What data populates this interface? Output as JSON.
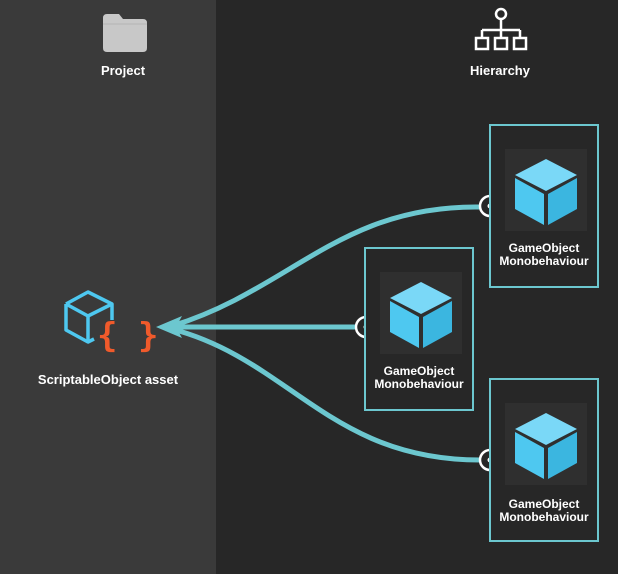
{
  "panels": {
    "project": {
      "label": "Project",
      "icon": "folder-icon"
    },
    "hierarchy": {
      "label": "Hierarchy",
      "icon": "hierarchy-icon"
    }
  },
  "asset": {
    "label": "ScriptableObject asset",
    "icon": "scriptable-object-icon",
    "braces": "{ }"
  },
  "game_objects": [
    {
      "line1": "GameObject",
      "line2": "Monobehaviour",
      "icon": "cube-icon"
    },
    {
      "line1": "GameObject",
      "line2": "Monobehaviour",
      "icon": "cube-icon"
    },
    {
      "line1": "GameObject",
      "line2": "Monobehaviour",
      "icon": "cube-icon"
    }
  ],
  "colors": {
    "accent": "#6cc7cf",
    "cube": "#4ec8f0",
    "braces": "#f05a2b",
    "panel_left": "#3a3a3a",
    "panel_right": "#272727"
  }
}
